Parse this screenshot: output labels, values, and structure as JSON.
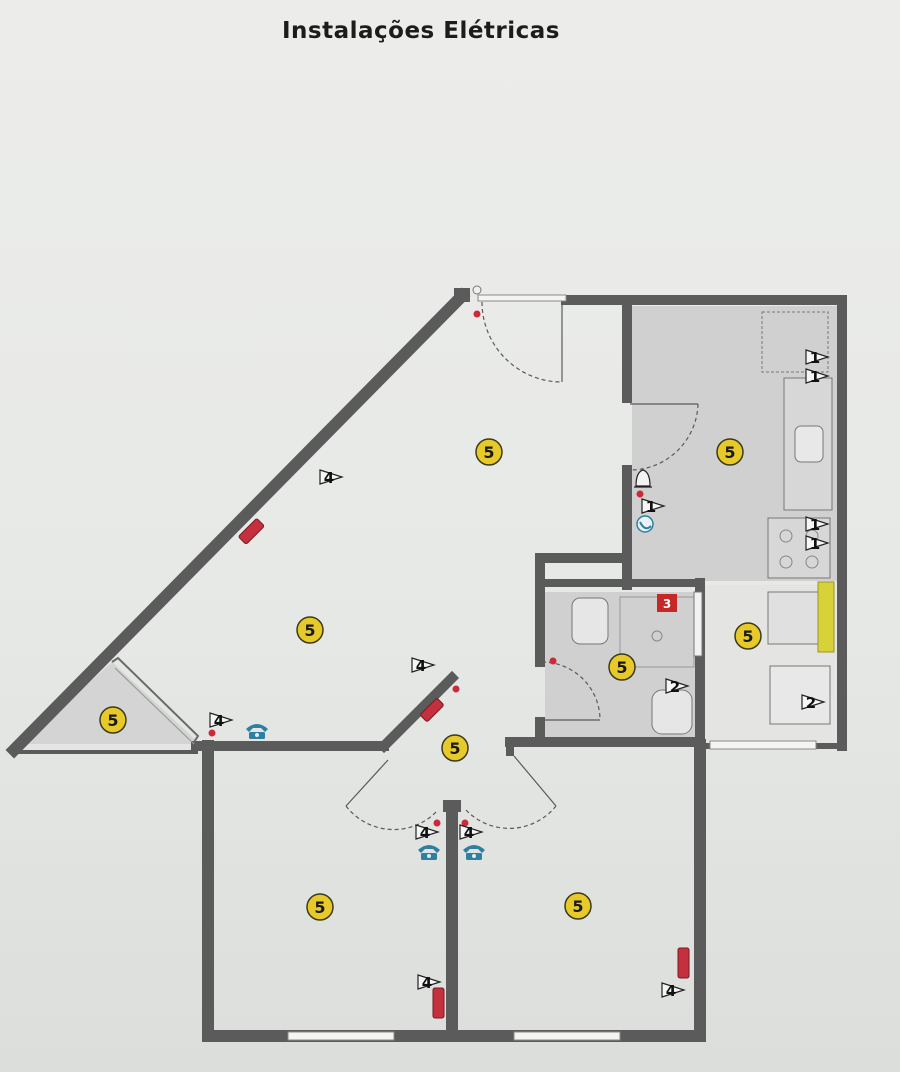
{
  "title": "Instalações Elétricas",
  "colors": {
    "wall": "#5a5a5a",
    "wet_floor": "#cfcfcf",
    "lamp_badge": "#e8c92a",
    "outlet_red": "#cc2a3a",
    "phone_blue": "#2f7fa0",
    "panel_red": "#c62828",
    "accent_yellow": "#d8d23a"
  },
  "symbols": {
    "lamp_point": "5",
    "switch_circuit_1": "1",
    "switch_circuit_2": "2",
    "switch_circuit_4": "4",
    "distribution_panel": "3",
    "lamp_icon": "ceiling-lamp-icon",
    "phone_icon": "telephone-icon",
    "bell_icon": "bell-icon",
    "intercom_icon": "intercom-icon",
    "outlet_icon": "outlet-point-icon"
  }
}
